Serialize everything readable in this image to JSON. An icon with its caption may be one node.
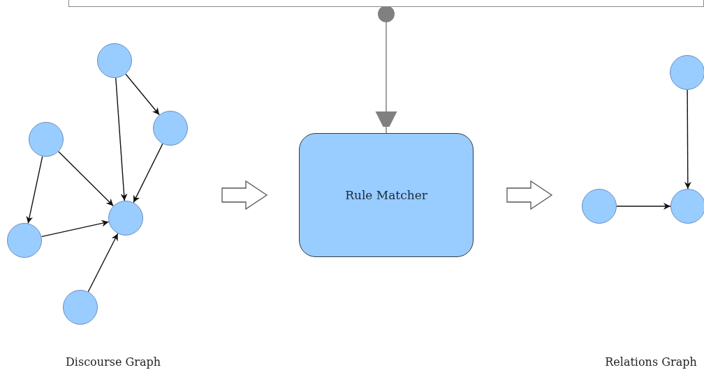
{
  "diagram": {
    "nodes": [
      {
        "text": [],
        "shape": "box"
      },
      {
        "text": [],
        "shape": "circle"
      },
      {
        "text": [],
        "shape": "circle"
      },
      {
        "text": [],
        "shape": "circle"
      },
      {
        "text": [],
        "shape": "circle"
      },
      {
        "text": [],
        "shape": "circle"
      },
      {
        "text": [],
        "shape": "circle"
      },
      {
        "text": [
          "Rule Matcher"
        ]
      },
      {
        "text": [],
        "shape": "circle"
      },
      {
        "text": [],
        "shape": "circle"
      },
      {
        "text": [],
        "shape": "circle"
      }
    ],
    "edges": [
      {
        "from": 0,
        "to": 7,
        "arrow": "to",
        "color": "#808080"
      },
      {
        "from": 1,
        "to": 3,
        "arrow": "to"
      },
      {
        "from": 1,
        "to": 5,
        "arrow": "to"
      },
      {
        "from": 2,
        "to": 5,
        "arrow": "to"
      },
      {
        "from": 2,
        "to": 4,
        "arrow": "to"
      },
      {
        "from": 3,
        "to": 5,
        "arrow": "to"
      },
      {
        "from": 4,
        "to": 5,
        "arrow": "to"
      },
      {
        "from": 6,
        "to": 5,
        "arrow": "to"
      },
      {
        "from": 8,
        "to": 10,
        "arrow": "to"
      },
      {
        "from": 9,
        "to": 10,
        "arrow": "to"
      }
    ],
    "labels": [
      "Discourse Graph",
      "Relations Graph"
    ]
  }
}
